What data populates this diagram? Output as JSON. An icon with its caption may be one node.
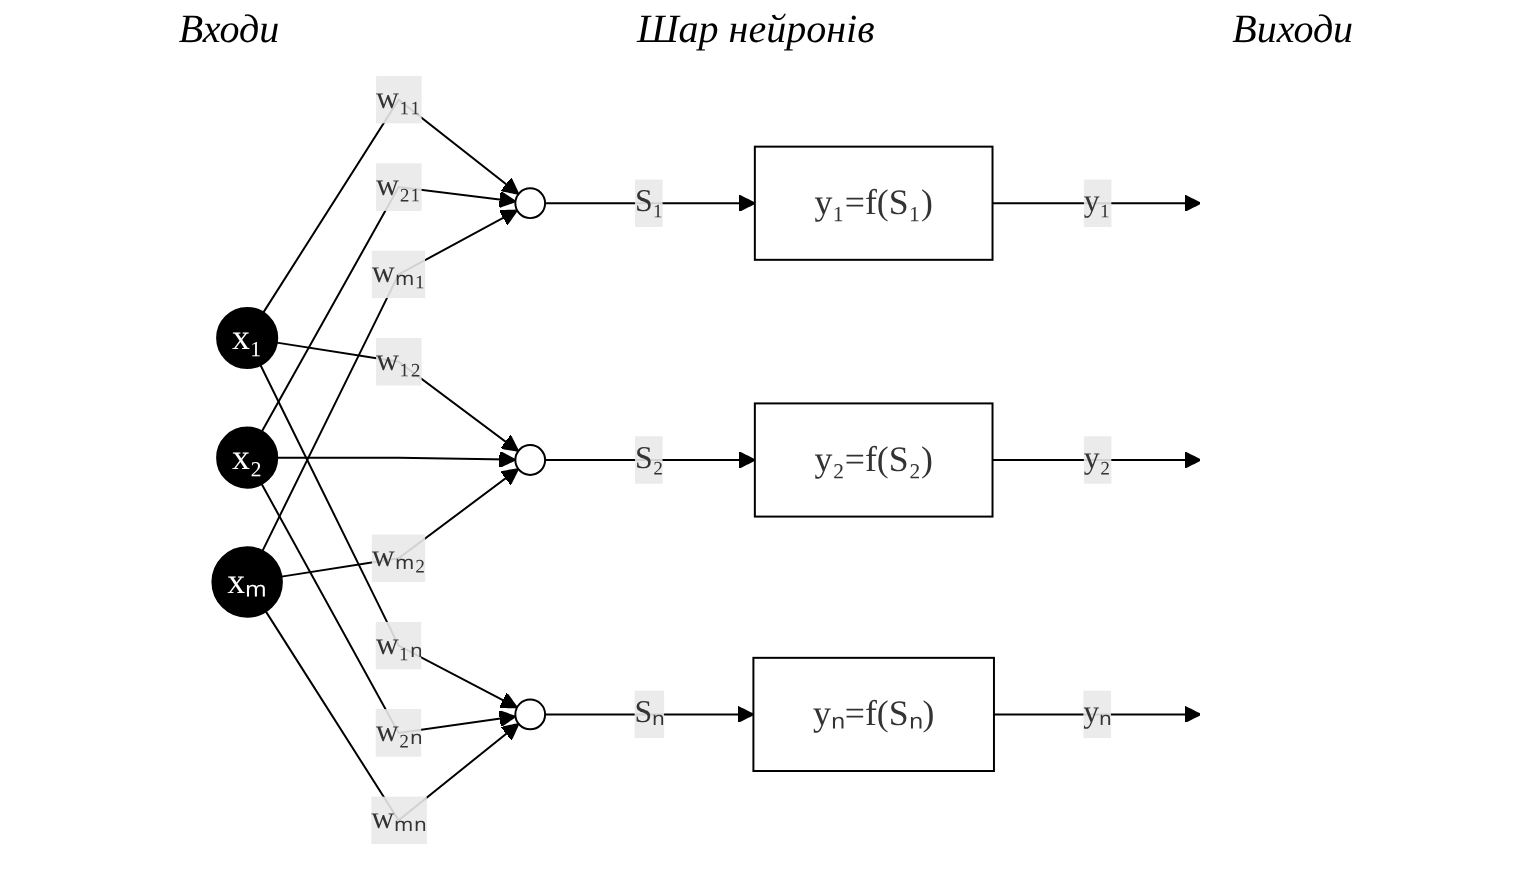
{
  "diagram": {
    "nodes": [
      {
        "text": [
          "x₁"
        ]
      },
      {
        "text": [
          "x₂"
        ]
      },
      {
        "text": [
          "xₘ"
        ]
      },
      {
        "text": [],
        "shape": "circle"
      },
      {
        "text": [],
        "shape": "circle"
      },
      {
        "text": [],
        "shape": "circle"
      },
      {
        "text": [
          "y₁=f(S₁)"
        ]
      },
      {
        "text": [
          "y₂=f(S₂)"
        ]
      },
      {
        "text": [
          "yₙ=f(Sₙ)"
        ]
      }
    ],
    "edges": [
      {
        "from": 0,
        "to": 3,
        "arrow": "to",
        "label": "w₁₁"
      },
      {
        "from": 0,
        "to": 4,
        "arrow": "to",
        "label": "w₁₂"
      },
      {
        "from": 0,
        "to": 5,
        "arrow": "to",
        "label": "w₁ₙ"
      },
      {
        "from": 1,
        "to": 3,
        "arrow": "to",
        "label": "w₂₁"
      },
      {
        "from": 1,
        "to": 4,
        "arrow": "to"
      },
      {
        "from": 1,
        "to": 5,
        "arrow": "to",
        "label": "w₂ₙ"
      },
      {
        "from": 2,
        "to": 3,
        "arrow": "to",
        "label": "wₘ₁"
      },
      {
        "from": 2,
        "to": 4,
        "arrow": "to",
        "label": "wₘ₂"
      },
      {
        "from": 2,
        "to": 5,
        "arrow": "to",
        "label": "wₘₙ"
      },
      {
        "from": 3,
        "to": 6,
        "arrow": "to",
        "label": "S₁"
      },
      {
        "from": 4,
        "to": 7,
        "arrow": "to",
        "label": "S₂"
      },
      {
        "from": 5,
        "to": 8,
        "arrow": "to",
        "label": "Sₙ"
      },
      {
        "from": 6,
        "to": null,
        "arrow": "to",
        "label": "y₁"
      },
      {
        "from": 7,
        "to": null,
        "arrow": "to",
        "label": "y₂"
      },
      {
        "from": 8,
        "to": null,
        "arrow": "to",
        "label": "yₙ"
      }
    ],
    "labels": [
      "Входи",
      "Шар нейронів",
      "Виходи"
    ]
  }
}
